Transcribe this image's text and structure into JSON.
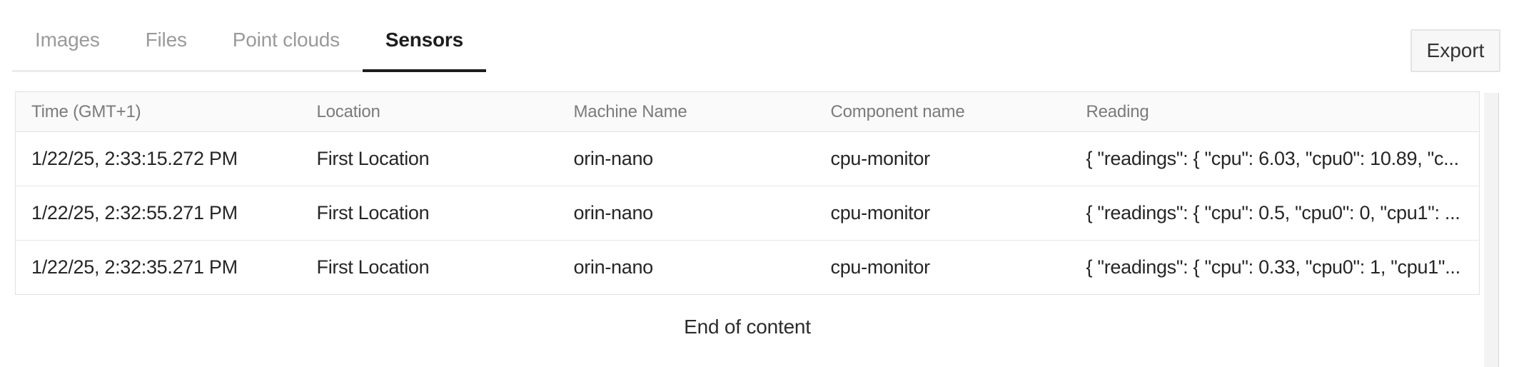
{
  "tabs": {
    "items": [
      {
        "label": "Images",
        "active": false
      },
      {
        "label": "Files",
        "active": false
      },
      {
        "label": "Point clouds",
        "active": false
      },
      {
        "label": "Sensors",
        "active": true
      }
    ]
  },
  "toolbar": {
    "export_label": "Export"
  },
  "table": {
    "columns": [
      "Time (GMT+1)",
      "Location",
      "Machine Name",
      "Component name",
      "Reading"
    ],
    "rows": [
      {
        "time": "1/22/25, 2:33:15.272 PM",
        "location": "First Location",
        "machine": "orin-nano",
        "component": "cpu-monitor",
        "reading": "{ \"readings\": { \"cpu\": 6.03, \"cpu0\": 10.89, \"c..."
      },
      {
        "time": "1/22/25, 2:32:55.271 PM",
        "location": "First Location",
        "machine": "orin-nano",
        "component": "cpu-monitor",
        "reading": "{ \"readings\": { \"cpu\": 0.5, \"cpu0\": 0, \"cpu1\": ..."
      },
      {
        "time": "1/22/25, 2:32:35.271 PM",
        "location": "First Location",
        "machine": "orin-nano",
        "component": "cpu-monitor",
        "reading": "{ \"readings\": { \"cpu\": 0.33, \"cpu0\": 1, \"cpu1\"..."
      }
    ]
  },
  "footer": {
    "end_message": "End of content"
  },
  "colors": {
    "active_tab": "#1d1d1d",
    "inactive_tab": "#9a9a9a",
    "header_text": "#7b7b7b",
    "header_bg": "#fafafa",
    "border": "#e2e2e2",
    "button_bg": "#f7f7f7",
    "cell_text": "#262626"
  }
}
